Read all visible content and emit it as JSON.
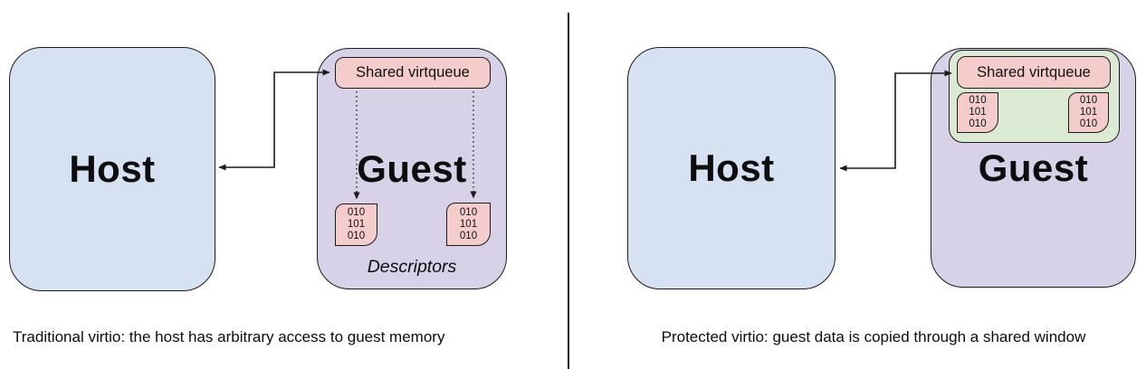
{
  "panels": [
    {
      "id": "traditional-virtio",
      "host_label": "Host",
      "guest_label": "Guest",
      "virtqueue_label": "Shared virtqueue",
      "descriptor_bits_left": "010\n101\n010",
      "descriptor_bits_right": "010\n101\n010",
      "descriptors_label": "Descriptors",
      "caption": "Traditional virtio: the host has arbitrary access to guest memory"
    },
    {
      "id": "protected-virtio",
      "host_label": "Host",
      "guest_label": "Guest",
      "virtqueue_label": "Shared virtqueue",
      "descriptor_bits_left": "010\n101\n010",
      "descriptor_bits_right": "010\n101\n010",
      "caption": "Protected virtio: guest data is copied through a shared window"
    }
  ],
  "colors": {
    "host_fill": "#d6e2f1",
    "guest_fill": "#d8d2e8",
    "virtqueue_fill": "#f4cccc",
    "shared_window_fill": "#dbead3",
    "border": "#1b1b1b",
    "arrow": "#1b1b1b"
  }
}
